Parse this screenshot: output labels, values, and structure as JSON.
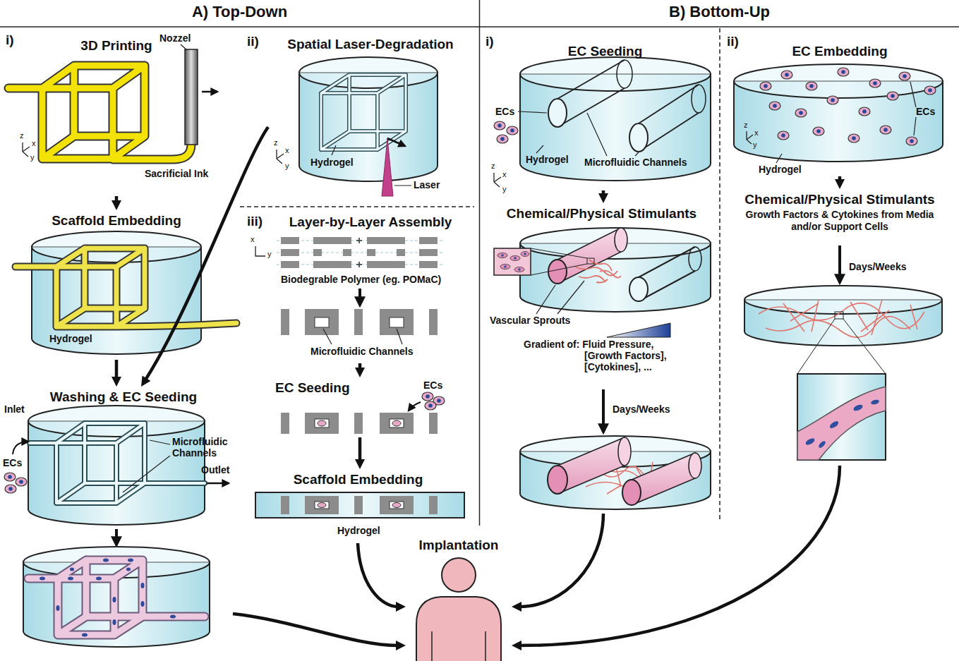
{
  "diagram": {
    "nodes": [
      {
        "text": [
          "A) Top-Down"
        ]
      },
      {
        "text": [
          "B) Bottom-Up"
        ]
      },
      {
        "text": [
          "3D Printing"
        ],
        "in": 0
      },
      {
        "text": [
          "Scaffold Embedding"
        ],
        "in": 0
      },
      {
        "text": [
          "Washing & EC Seeding"
        ],
        "in": 0
      },
      {
        "text": [
          "Spatial Laser-Degradation"
        ],
        "in": 0
      },
      {
        "text": [
          "Layer-by-Layer Assembly"
        ],
        "in": 0
      },
      {
        "text": [
          "EC Seeding"
        ],
        "in": 0
      },
      {
        "text": [
          "Scaffold Embedding"
        ],
        "in": 0
      },
      {
        "text": [
          "EC Seeding"
        ],
        "in": 1
      },
      {
        "text": [
          "Chemical/Physical Stimulants"
        ],
        "in": 1
      },
      {
        "text": [
          "EC Embedding"
        ],
        "in": 1
      },
      {
        "text": [
          "Chemical/Physical Stimulants",
          "Growth Factors & Cytokines from Media and/or Support Cells"
        ],
        "in": 1
      },
      {
        "text": [
          "Implantation"
        ]
      }
    ],
    "edges": [
      {
        "from": 2,
        "to": 3,
        "arrow": "to"
      },
      {
        "from": 3,
        "to": 4,
        "arrow": "to"
      },
      {
        "from": 5,
        "to": 4,
        "arrow": "to"
      },
      {
        "from": 4,
        "to": 13,
        "arrow": "to"
      },
      {
        "from": 6,
        "to": 7,
        "arrow": "to"
      },
      {
        "from": 7,
        "to": 8,
        "arrow": "to"
      },
      {
        "from": 8,
        "to": 13,
        "arrow": "to"
      },
      {
        "from": 9,
        "to": 10,
        "arrow": "to"
      },
      {
        "from": 10,
        "to": 13,
        "arrow": "to"
      },
      {
        "from": 11,
        "to": 12,
        "arrow": "to"
      },
      {
        "from": 12,
        "to": 13,
        "arrow": "to"
      }
    ],
    "labels": [
      "i)",
      "Nozzel",
      "Sacrificial Ink",
      "z",
      "x",
      "y",
      "Hydrogel",
      "Inlet",
      "ECs",
      "Microfluidic Channels",
      "Outlet",
      "ii)",
      "z",
      "x",
      "y",
      "Hydrogel",
      "Laser",
      "iii)",
      "x",
      "y",
      "Biodegrable Polymer (eg. POMaC)",
      "Microfluidic Channels",
      "ECs",
      "Hydrogel",
      "i)",
      "ECs",
      "z",
      "x",
      "y",
      "Hydrogel",
      "Microfluidic Channels",
      "Vascular Sprouts",
      "Gradient of: Fluid Pressure, [Growth Factors], [Cytokines], ...",
      "Days/Weeks",
      "ii)",
      "z",
      "x",
      "y",
      "ECs",
      "Hydrogel",
      "Days/Weeks"
    ]
  }
}
